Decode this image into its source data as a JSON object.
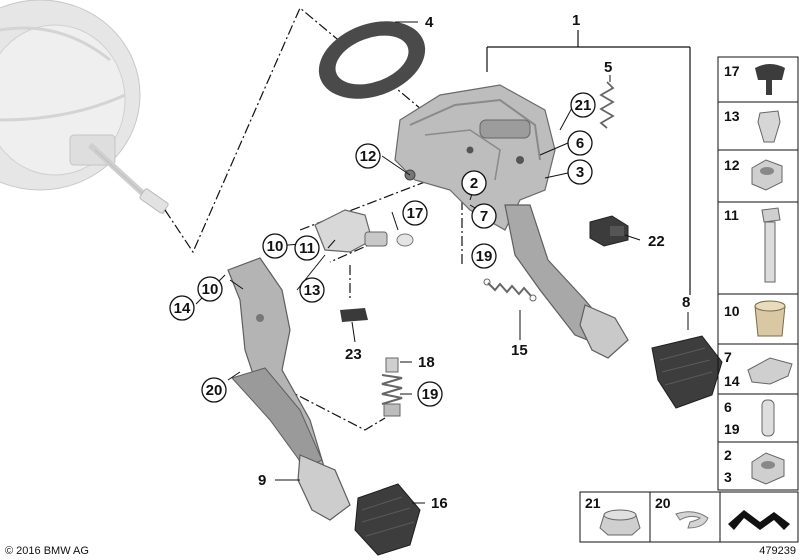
{
  "colors": {
    "line": "#111111",
    "part_dark": "#6e6e6e",
    "part_mid": "#9a9a9a",
    "part_light": "#d2d2d2",
    "background": "#ffffff"
  },
  "callouts": {
    "c1": "1",
    "c2": "2",
    "c3": "3",
    "c4": "4",
    "c5": "5",
    "c6": "6",
    "c7": "7",
    "c8": "8",
    "c9": "9",
    "c10a": "10",
    "c10b": "10",
    "c11": "11",
    "c12": "12",
    "c13": "13",
    "c14": "14",
    "c15": "15",
    "c16": "16",
    "c17": "17",
    "c18": "18",
    "c19a": "19",
    "c19b": "19",
    "c20": "20",
    "c21": "21",
    "c22": "22",
    "c23": "23"
  },
  "side_panel": {
    "p17": "17",
    "p13": "13",
    "p12": "12",
    "p11": "11",
    "p10": "10",
    "p7": "7",
    "p14": "14",
    "p6": "6",
    "p19": "19",
    "p2": "2",
    "p3": "3"
  },
  "bottom_panel": {
    "b21": "21",
    "b20": "20"
  },
  "icons": {
    "bottom_right": "arrow-shape-icon"
  },
  "footer": {
    "copyright": "© 2016 BMW AG",
    "image_number": "479239"
  }
}
